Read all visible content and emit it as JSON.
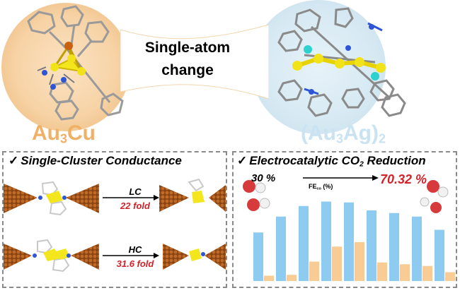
{
  "header": {
    "change_label_line1": "Single-atom",
    "change_label_line2": "change",
    "left_cluster": {
      "base": "Au",
      "sub": "3",
      "tail": "Cu"
    },
    "right_cluster": {
      "open": "(Au",
      "sub1": "3",
      "tail": "Ag)",
      "sub2": "2"
    }
  },
  "conductance_panel": {
    "check_symbol": "✓",
    "title": "Single-Cluster Conductance",
    "rows": [
      {
        "mode": "LC",
        "value": "22 fold"
      },
      {
        "mode": "HC",
        "value": "31.6 fold"
      }
    ]
  },
  "catalysis_panel": {
    "check_symbol": "✓",
    "title_main": "Electrocatalytic CO",
    "title_sub": "2",
    "title_tail": " Reduction",
    "low_value": "30 %",
    "high_value": "70.32 %",
    "fe_label_main": "FE",
    "fe_label_sub": "co",
    "fe_label_tail": " (%)"
  },
  "chart_data": {
    "type": "bar",
    "series": [
      {
        "values": [
          0.55,
          0.73,
          0.85,
          0.9,
          0.89,
          0.8,
          0.77,
          0.73,
          0.58
        ]
      },
      {
        "values": [
          0.06,
          0.07,
          0.22,
          0.39,
          0.44,
          0.21,
          0.19,
          0.17,
          0.1
        ]
      }
    ],
    "colors": {
      "blue": "#8ecbf0",
      "orange": "#f9cc95"
    }
  },
  "colors": {
    "gold": "#f0b167",
    "silver_blue": "#c9e3f3",
    "red": "#d2232a",
    "electrode": "#a0521c"
  }
}
